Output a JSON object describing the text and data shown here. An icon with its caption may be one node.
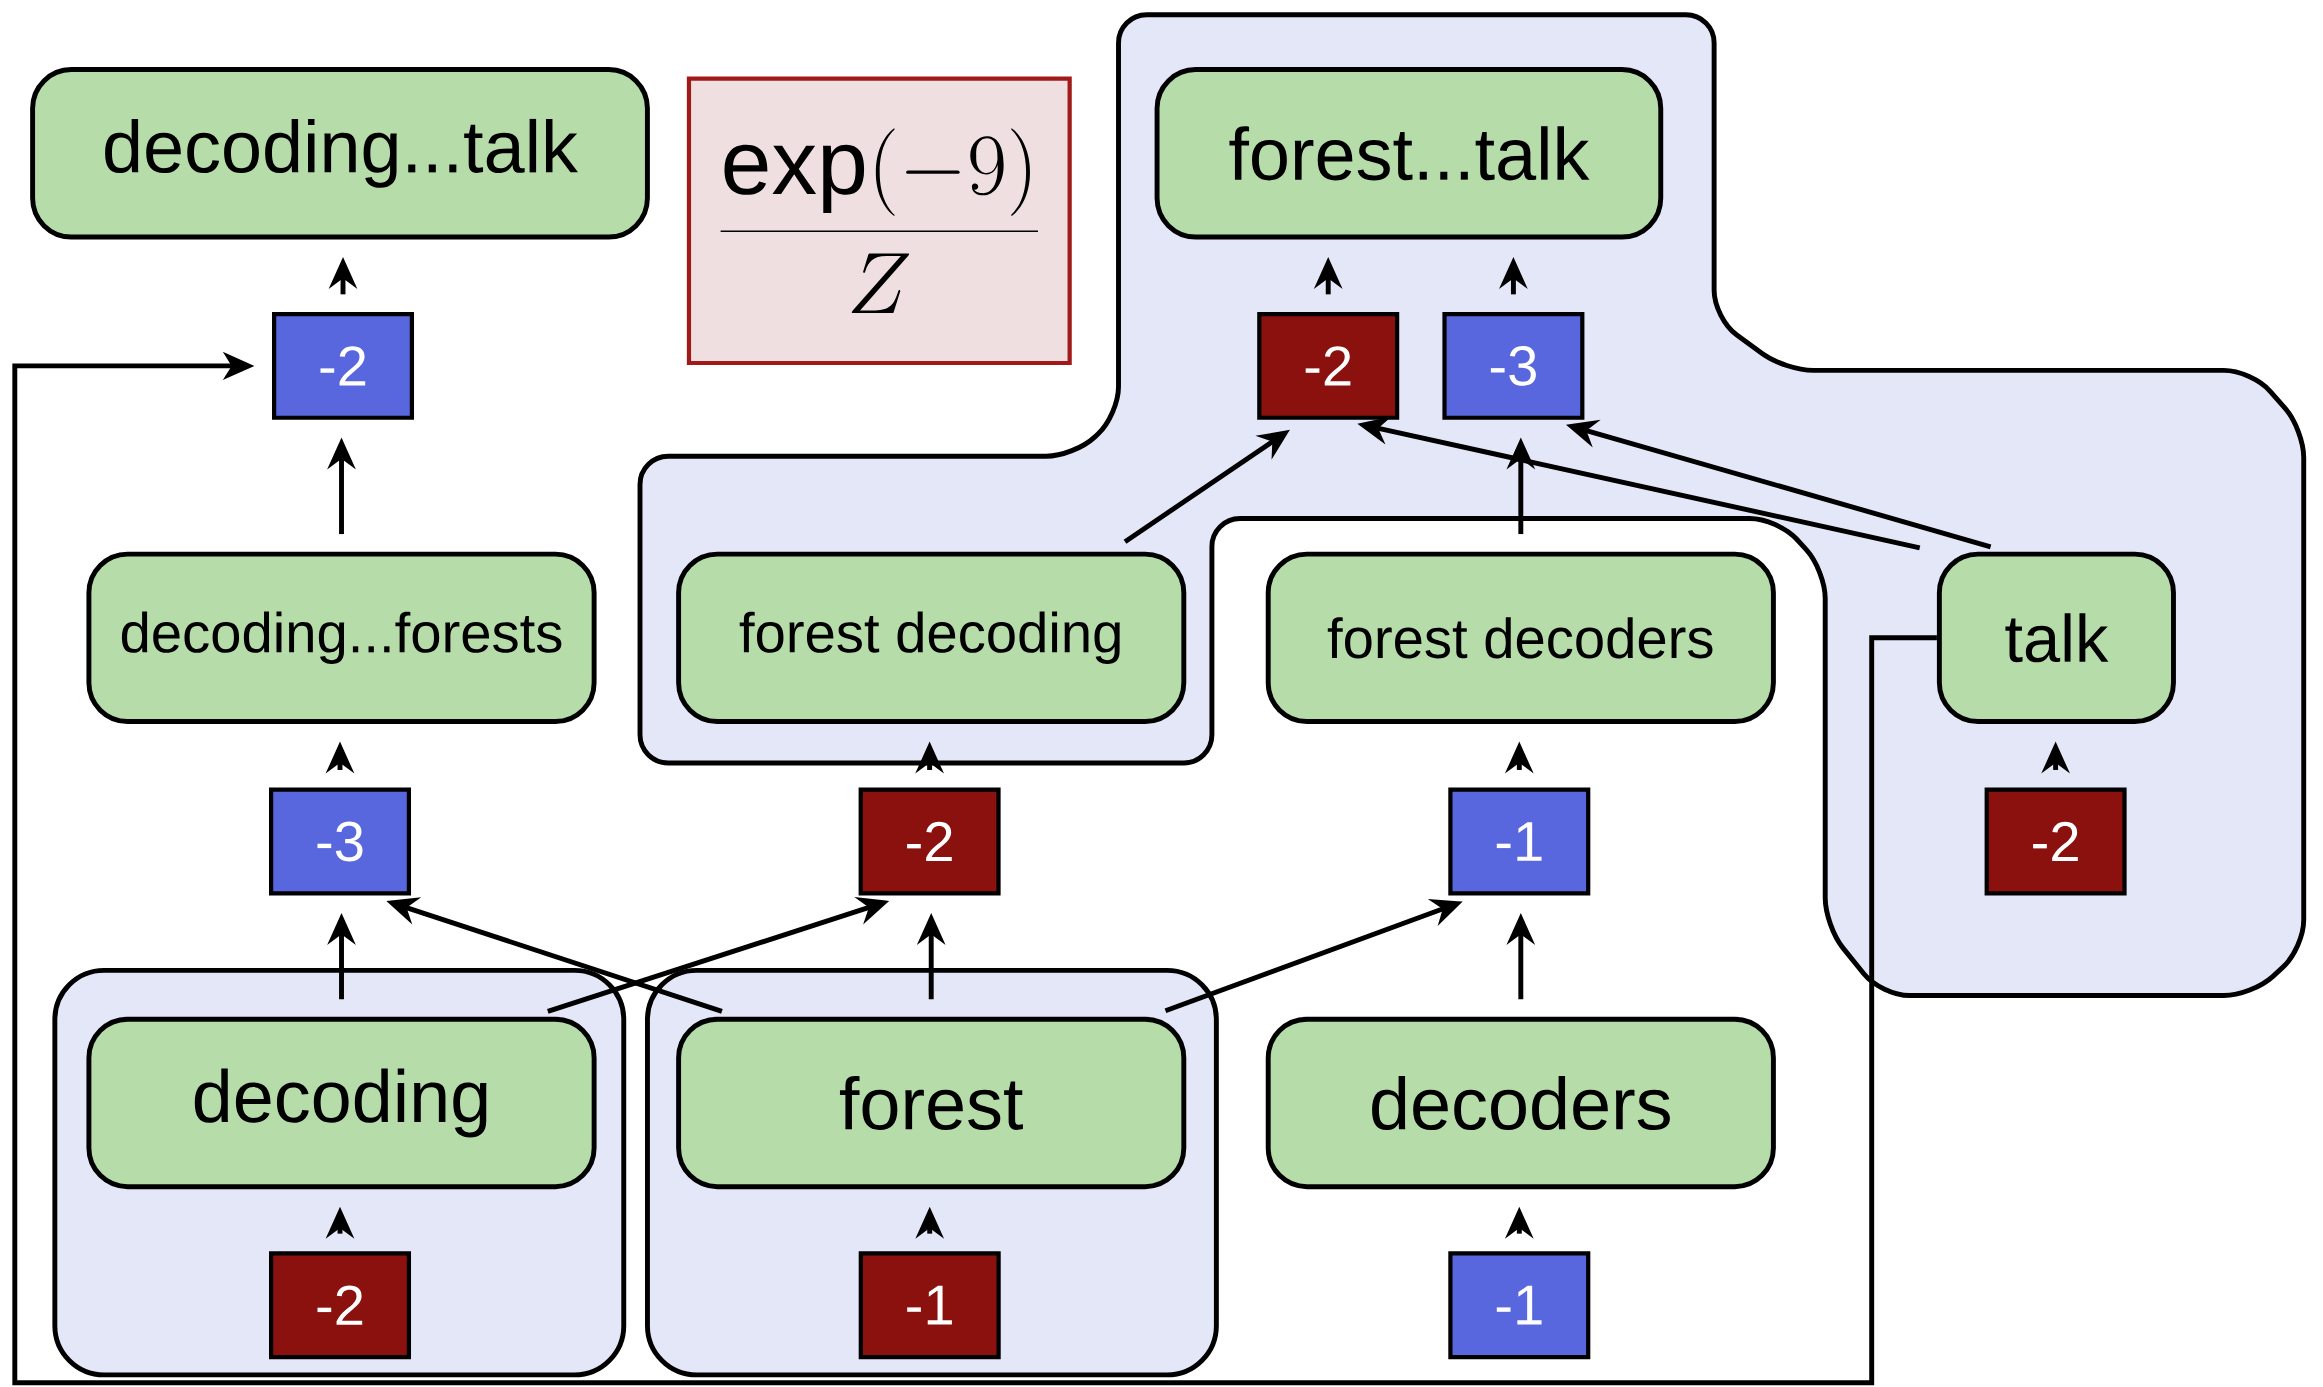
{
  "diagram": {
    "nodes": [
      {
        "text": [
          "decoding...talk"
        ]
      },
      {
        "text": [
          "\\frac{\\exp(-9)}{Z}"
        ]
      },
      {
        "text": [],
        "shape": "box"
      },
      {
        "text": [
          "forest...talk"
        ],
        "in": 2
      },
      {
        "text": [
          "-2"
        ]
      },
      {
        "text": [
          "-2"
        ],
        "in": 2
      },
      {
        "text": [
          "-3"
        ],
        "in": 2
      },
      {
        "text": [
          "decoding...forests"
        ]
      },
      {
        "text": [
          "forest decoding"
        ],
        "in": 2
      },
      {
        "text": [
          "forest decoders"
        ]
      },
      {
        "text": [
          "talk"
        ],
        "in": 2
      },
      {
        "text": [
          "-3"
        ]
      },
      {
        "text": [
          "-2"
        ]
      },
      {
        "text": [
          "-1"
        ]
      },
      {
        "text": [
          "-2"
        ],
        "in": 2
      },
      {
        "text": [],
        "shape": "box"
      },
      {
        "text": [
          "decoding"
        ],
        "in": 15
      },
      {
        "text": [],
        "shape": "box"
      },
      {
        "text": [
          "forest"
        ],
        "in": 17
      },
      {
        "text": [
          "decoders"
        ]
      },
      {
        "text": [
          "-2"
        ],
        "in": 15
      },
      {
        "text": [
          "-1"
        ],
        "in": 17
      },
      {
        "text": [
          "-1"
        ]
      }
    ],
    "edges": [
      {
        "from": 20,
        "to": 16,
        "arrow": "to"
      },
      {
        "from": 21,
        "to": 18,
        "arrow": "to"
      },
      {
        "from": 22,
        "to": 19,
        "arrow": "to"
      },
      {
        "from": 16,
        "to": 11,
        "arrow": "to"
      },
      {
        "from": 18,
        "to": 11,
        "arrow": "to"
      },
      {
        "from": 16,
        "to": 12,
        "arrow": "to"
      },
      {
        "from": 18,
        "to": 12,
        "arrow": "to"
      },
      {
        "from": 18,
        "to": 13,
        "arrow": "to"
      },
      {
        "from": 19,
        "to": 13,
        "arrow": "to"
      },
      {
        "from": 11,
        "to": 7,
        "arrow": "to"
      },
      {
        "from": 12,
        "to": 8,
        "arrow": "to"
      },
      {
        "from": 13,
        "to": 9,
        "arrow": "to"
      },
      {
        "from": 14,
        "to": 10,
        "arrow": "to"
      },
      {
        "from": 7,
        "to": 4,
        "arrow": "to"
      },
      {
        "from": 4,
        "to": 0,
        "arrow": "to"
      },
      {
        "from": 10,
        "to": 4,
        "arrow": "to"
      },
      {
        "from": 8,
        "to": 5,
        "arrow": "to"
      },
      {
        "from": 10,
        "to": 5,
        "arrow": "to"
      },
      {
        "from": 9,
        "to": 6,
        "arrow": "to"
      },
      {
        "from": 10,
        "to": 6,
        "arrow": "to"
      },
      {
        "from": 5,
        "to": 3,
        "arrow": "to"
      },
      {
        "from": 6,
        "to": 3,
        "arrow": "to"
      }
    ]
  }
}
